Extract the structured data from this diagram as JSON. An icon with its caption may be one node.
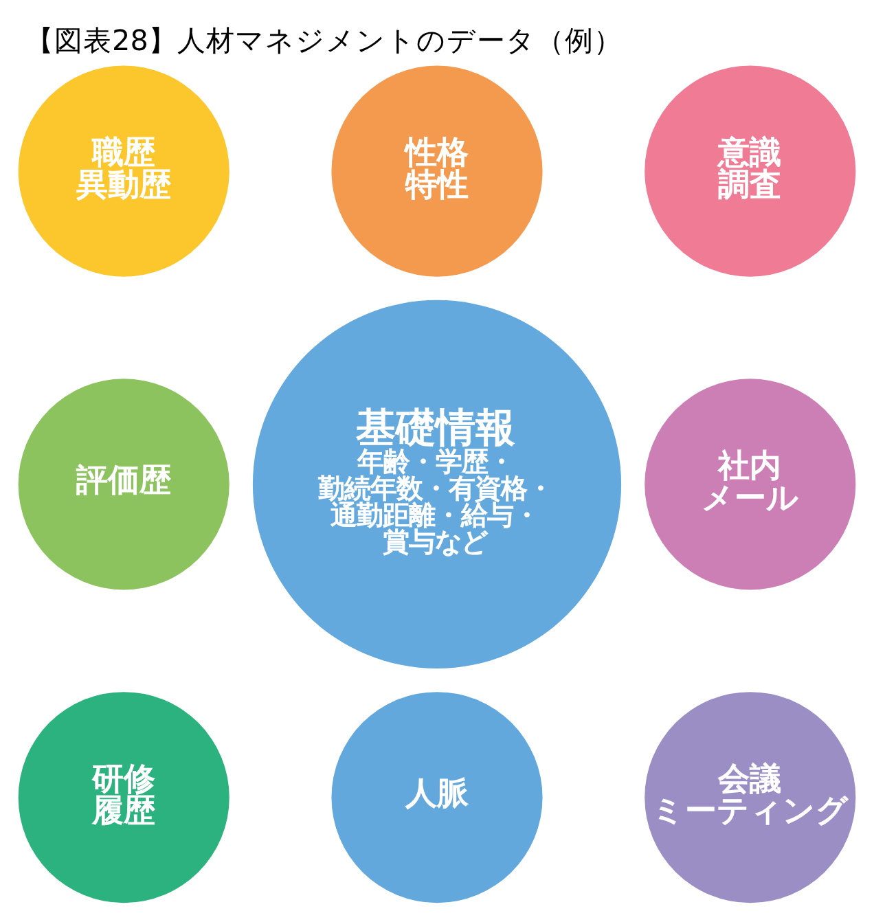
{
  "diagram": {
    "title": "【図表28】人材マネジメントのデータ（例）",
    "nodes": [
      {
        "text": [
          "基礎情報",
          "年齢・学歴・勤続年数・有資格・通勤距離・給与・賞与など"
        ]
      },
      {
        "text": [
          "性格特性"
        ]
      },
      {
        "text": [
          "意識調査"
        ]
      },
      {
        "text": [
          "社内メール"
        ]
      },
      {
        "text": [
          "会議ミーティング"
        ]
      },
      {
        "text": [
          "人脈"
        ]
      },
      {
        "text": [
          "研修履歴"
        ]
      },
      {
        "text": [
          "評価歴"
        ]
      },
      {
        "text": [
          "職歴異動歴"
        ]
      }
    ]
  }
}
